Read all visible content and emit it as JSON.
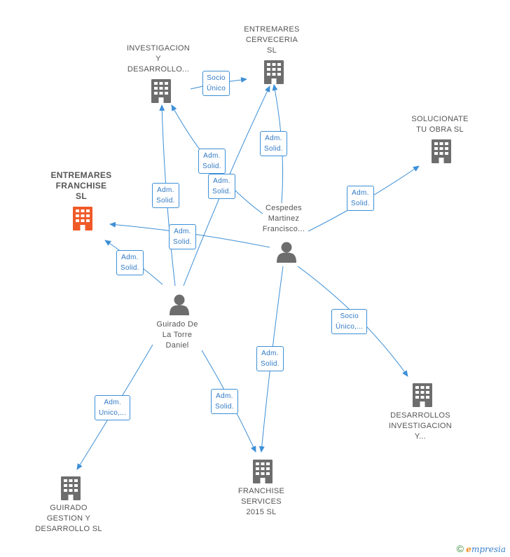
{
  "colors": {
    "edge": "#3d8fd6",
    "company": "#6d6d6d",
    "main_company": "#f05a28",
    "person": "#6d6d6d"
  },
  "nodes": {
    "entremares_franchise": {
      "label": "ENTREMARES\nFRANCHISE\nSL",
      "icon": "building-icon"
    },
    "investigacion": {
      "label": "INVESTIGACION\nY\nDESARROLLO...",
      "icon": "building-icon"
    },
    "entremares_cerveceria": {
      "label": "ENTREMARES\nCERVECERIA\nSL",
      "icon": "building-icon"
    },
    "solucionate": {
      "label": "SOLUCIONATE\nTU OBRA SL",
      "icon": "building-icon"
    },
    "cespedes": {
      "label": "Cespedes\nMartinez\nFrancisco...",
      "icon": "person-icon"
    },
    "guirado_person": {
      "label": "Guirado De\nLa Torre\nDaniel",
      "icon": "person-icon"
    },
    "desarrollos": {
      "label": "DESARROLLOS\nINVESTIGACION\nY...",
      "icon": "building-icon"
    },
    "franchise_services": {
      "label": "FRANCHISE\nSERVICES\n2015  SL",
      "icon": "building-icon"
    },
    "guirado_gestion": {
      "label": "GUIRADO\nGESTION Y\nDESARROLLO SL",
      "icon": "building-icon"
    }
  },
  "edges": {
    "socio_unico": "Socio\nÚnico",
    "adm_inv_ces": "Adm.\nSolid.",
    "adm_cerv_ces": "Adm.\nSolid.",
    "adm_inv_gui": "Adm.\nSolid.",
    "adm_cerv_gui": "Adm.\nSolid.",
    "adm_sol": "Adm.\nSolid.",
    "adm_ef_ces": "Adm.\nSolid.",
    "adm_ef_gui": "Adm.\nSolid.",
    "socio_unico_des": "Socio\nÚnico,...",
    "adm_fs_ces": "Adm.\nSolid.",
    "adm_fs_gui": "Adm.\nSolid.",
    "adm_unico": "Adm.\nUnico,..."
  },
  "footer": {
    "copyright": "©",
    "brand_e": "e",
    "brand_rest": "mpresia"
  }
}
